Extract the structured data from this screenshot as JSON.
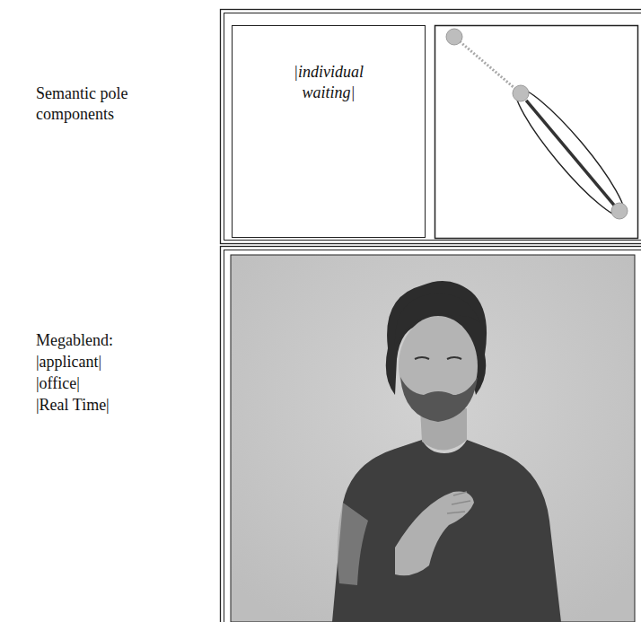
{
  "diagram": {
    "nodes": [
      {
        "text": [
          "|individual waiting|"
        ]
      }
    ],
    "labels": [
      "Semantic pole components",
      "Megablend:",
      "|applicant|",
      "|office|",
      "|Real Time|"
    ]
  }
}
